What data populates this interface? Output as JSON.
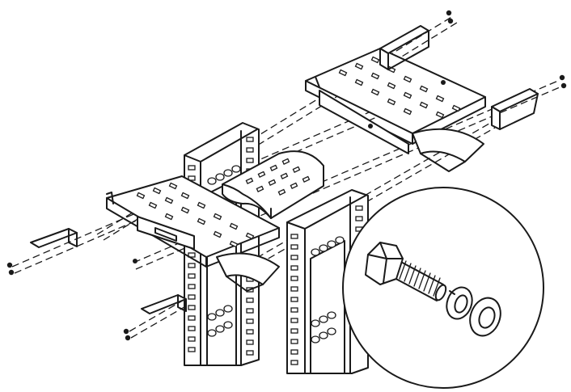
{
  "figure": {
    "kind": "exploded-assembly-drawing",
    "components": [
      "rack-upright-left",
      "rack-upright-right",
      "cable-tray-front",
      "cable-tray-rear",
      "waterfall-radius",
      "mounting-bracket",
      "screw",
      "hex-bolt",
      "washer"
    ],
    "colors": {
      "line": "#1a1a1a",
      "background": "#ffffff"
    }
  }
}
